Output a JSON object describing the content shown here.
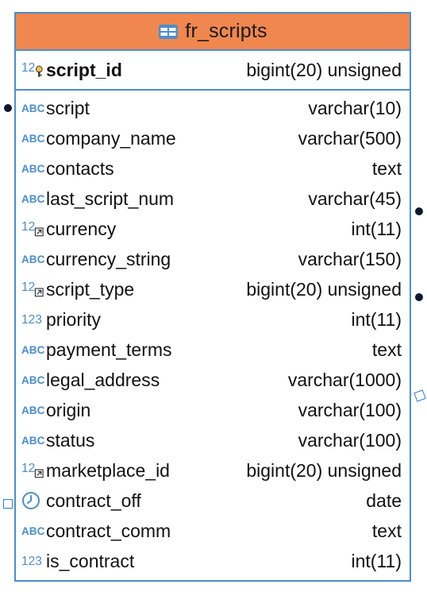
{
  "table": {
    "name": "fr_scripts",
    "primary_key": {
      "name": "script_id",
      "type": "bigint(20) unsigned",
      "icon": "numeric-key-icon"
    },
    "columns": [
      {
        "name": "script",
        "type": "varchar(10)",
        "icon": "abc-icon"
      },
      {
        "name": "company_name",
        "type": "varchar(500)",
        "icon": "abc-icon"
      },
      {
        "name": "contacts",
        "type": "text",
        "icon": "abc-icon"
      },
      {
        "name": "last_script_num",
        "type": "varchar(45)",
        "icon": "abc-icon"
      },
      {
        "name": "currency",
        "type": "int(11)",
        "icon": "numeric-fk-icon"
      },
      {
        "name": "currency_string",
        "type": "varchar(150)",
        "icon": "abc-icon"
      },
      {
        "name": "script_type",
        "type": "bigint(20) unsigned",
        "icon": "numeric-fk-icon"
      },
      {
        "name": "priority",
        "type": "int(11)",
        "icon": "numeric-icon"
      },
      {
        "name": "payment_terms",
        "type": "text",
        "icon": "abc-icon"
      },
      {
        "name": "legal_address",
        "type": "varchar(1000)",
        "icon": "abc-icon"
      },
      {
        "name": "origin",
        "type": "varchar(100)",
        "icon": "abc-icon"
      },
      {
        "name": "status",
        "type": "varchar(100)",
        "icon": "abc-icon"
      },
      {
        "name": "marketplace_id",
        "type": "bigint(20) unsigned",
        "icon": "numeric-fk-icon"
      },
      {
        "name": "contract_off",
        "type": "date",
        "icon": "clock-icon"
      },
      {
        "name": "contract_comm",
        "type": "text",
        "icon": "abc-icon"
      },
      {
        "name": "is_contract",
        "type": "int(11)",
        "icon": "numeric-icon"
      }
    ]
  },
  "colors": {
    "header": "#f0874e",
    "border": "#4a8fcf",
    "icon": "#4a8fcf",
    "connector_dot": "#0c1730"
  }
}
